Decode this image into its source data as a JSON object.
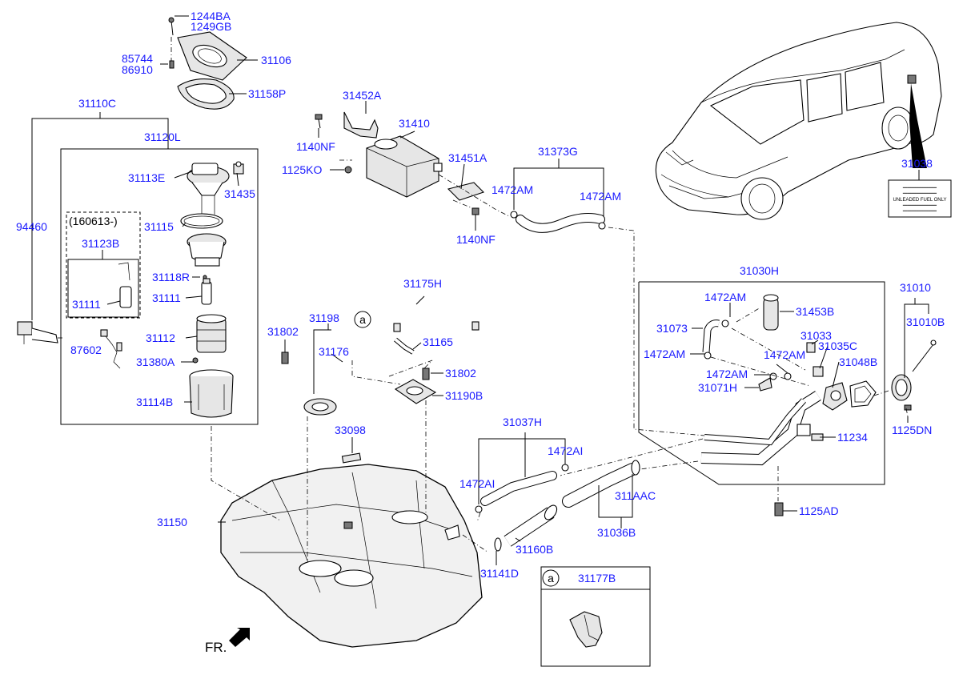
{
  "labels": {
    "p1244BA": "1244BA",
    "p1249GB": "1249GB",
    "p85744": "85744",
    "p86910": "86910",
    "p31106": "31106",
    "p31158P": "31158P",
    "p31110C": "31110C",
    "p31120L": "31120L",
    "p31113E": "31113E",
    "p31435": "31435",
    "p94460": "94460",
    "p160613": "(160613-)",
    "p31115": "31115",
    "p31123B": "31123B",
    "p31118R": "31118R",
    "p31111a": "31111",
    "p31111b": "31111",
    "p87602": "87602",
    "p31112": "31112",
    "p31380A": "31380A",
    "p31114B": "31114B",
    "p31452A": "31452A",
    "p1140NFa": "1140NF",
    "p31410": "31410",
    "p1125KO": "1125KO",
    "p31451A": "31451A",
    "p1140NFb": "1140NF",
    "p31373G": "31373G",
    "p1472AMa": "1472AM",
    "p1472AMb": "1472AM",
    "p31038": "31038",
    "p31030H": "31030H",
    "p31010": "31010",
    "p1472AMc": "1472AM",
    "p31453B": "31453B",
    "p31073": "31073",
    "p31033": "31033",
    "p31010B": "31010B",
    "p1472AMd": "1472AM",
    "p1472AMe": "1472AM",
    "p31035C": "31035C",
    "p1472AMf": "1472AM",
    "p31048B": "31048B",
    "p31071H": "31071H",
    "p1125DN": "1125DN",
    "p11234": "11234",
    "p1125AD": "1125AD",
    "p31175H": "31175H",
    "p31198": "31198",
    "p31802a": "31802",
    "p31176": "31176",
    "p31165": "31165",
    "p31802b": "31802",
    "p31190B": "31190B",
    "p33098": "33098",
    "p31037H": "31037H",
    "p1472AIa": "1472AI",
    "p1472AIb": "1472AI",
    "p311AAC": "311AAC",
    "p31036B": "31036B",
    "p31160B": "31160B",
    "p31141D": "31141D",
    "p31150": "31150",
    "p31177B": "31177B",
    "callout_a1": "a",
    "callout_a2": "a",
    "front": "FR."
  },
  "fuel_label": {
    "line1": "UNLEADED FUEL ONLY"
  },
  "colors": {
    "part_number": "#1a1aff",
    "line": "#000000"
  }
}
